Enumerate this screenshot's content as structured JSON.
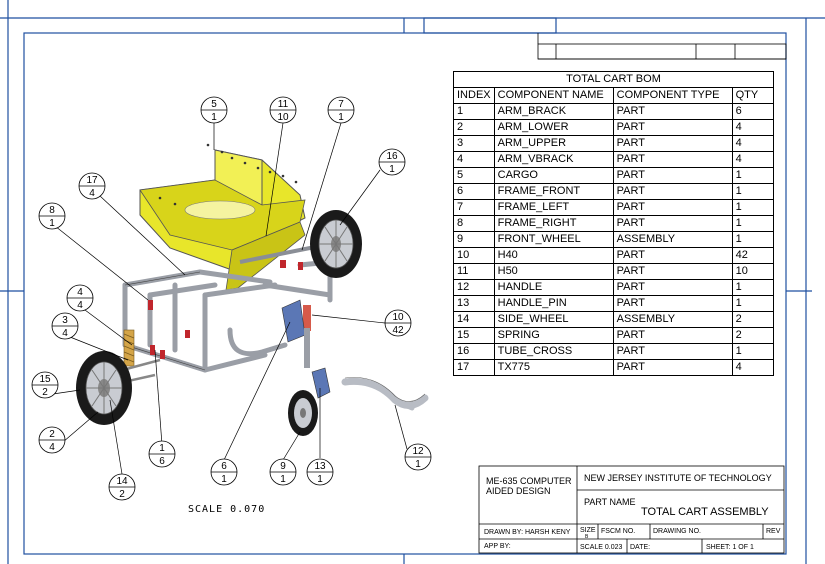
{
  "bom": {
    "title": "TOTAL CART BOM",
    "headers": [
      "INDEX",
      "COMPONENT NAME",
      "COMPONENT TYPE",
      "QTY"
    ],
    "rows": [
      [
        "1",
        "ARM_BRACK",
        "PART",
        "6"
      ],
      [
        "2",
        "ARM_LOWER",
        "PART",
        "4"
      ],
      [
        "3",
        "ARM_UPPER",
        "PART",
        "4"
      ],
      [
        "4",
        "ARM_VBRACK",
        "PART",
        "4"
      ],
      [
        "5",
        "CARGO",
        "PART",
        "1"
      ],
      [
        "6",
        "FRAME_FRONT",
        "PART",
        "1"
      ],
      [
        "7",
        "FRAME_LEFT",
        "PART",
        "1"
      ],
      [
        "8",
        "FRAME_RIGHT",
        "PART",
        "1"
      ],
      [
        "9",
        "FRONT_WHEEL",
        "ASSEMBLY",
        "1"
      ],
      [
        "10",
        "H40",
        "PART",
        "42"
      ],
      [
        "11",
        "H50",
        "PART",
        "10"
      ],
      [
        "12",
        "HANDLE",
        "PART",
        "1"
      ],
      [
        "13",
        "HANDLE_PIN",
        "PART",
        "1"
      ],
      [
        "14",
        "SIDE_WHEEL",
        "ASSEMBLY",
        "2"
      ],
      [
        "15",
        "SPRING",
        "PART",
        "2"
      ],
      [
        "16",
        "TUBE_CROSS",
        "PART",
        "1"
      ],
      [
        "17",
        "TX775",
        "PART",
        "4"
      ]
    ]
  },
  "title_block": {
    "course": "ME-635 COMPUTER",
    "course_line2": "AIDED DESIGN",
    "institute": "NEW JERSEY INSTITUTE OF TECHNOLOGY",
    "part_name_label": "PART NAME",
    "part_name": "TOTAL CART ASSEMBLY",
    "drawn_by": "DRAWN BY: HARSH KENY",
    "size_label": "SIZE",
    "size": "B",
    "fscm_label": "FSCM NO.",
    "drawing_no_label": "DRAWING NO.",
    "rev_label": "REV",
    "app_by": "APP BY:",
    "scale": "SCALE  0.023",
    "date": "DATE:",
    "sheet": "SHEET:  1 OF 1"
  },
  "scale_note": "SCALE 0.070",
  "balloons": [
    {
      "top": "5",
      "bottom": "1"
    },
    {
      "top": "11",
      "bottom": "10"
    },
    {
      "top": "7",
      "bottom": "1"
    },
    {
      "top": "16",
      "bottom": "1"
    },
    {
      "top": "17",
      "bottom": "4"
    },
    {
      "top": "8",
      "bottom": "1"
    },
    {
      "top": "4",
      "bottom": "4"
    },
    {
      "top": "3",
      "bottom": "4"
    },
    {
      "top": "15",
      "bottom": "2"
    },
    {
      "top": "2",
      "bottom": "4"
    },
    {
      "top": "14",
      "bottom": "2"
    },
    {
      "top": "1",
      "bottom": "6"
    },
    {
      "top": "6",
      "bottom": "1"
    },
    {
      "top": "9",
      "bottom": "1"
    },
    {
      "top": "13",
      "bottom": "1"
    },
    {
      "top": "10",
      "bottom": "42"
    },
    {
      "top": "12",
      "bottom": "1"
    }
  ],
  "colors": {
    "border_blue": "#1f4fa0",
    "cargo_yellow": "#e8e62a",
    "frame_gray": "#9a9ea6",
    "part_blue": "#5b77b5",
    "handle_gray": "#b8bcc4",
    "red_parts": "#c0262c"
  }
}
